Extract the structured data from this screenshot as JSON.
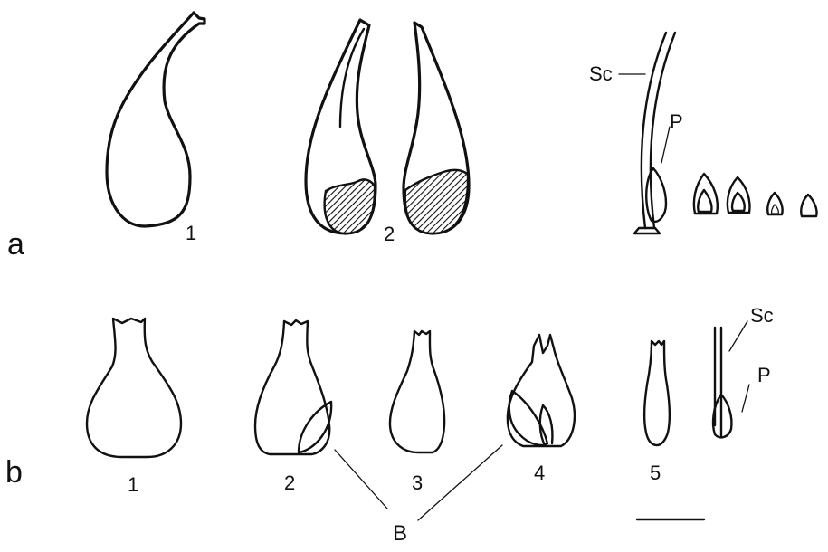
{
  "panel_labels": {
    "a": "a",
    "b": "b"
  },
  "row_a": {
    "fig1_label": "1",
    "fig2_label": "2",
    "sc_label": "Sc",
    "p_label": "P"
  },
  "row_b": {
    "fig1_label": "1",
    "fig2_label": "2",
    "fig3_label": "3",
    "fig4_label": "4",
    "fig5_label": "5",
    "sc_label": "Sc",
    "p_label": "P",
    "b_label": "B"
  }
}
